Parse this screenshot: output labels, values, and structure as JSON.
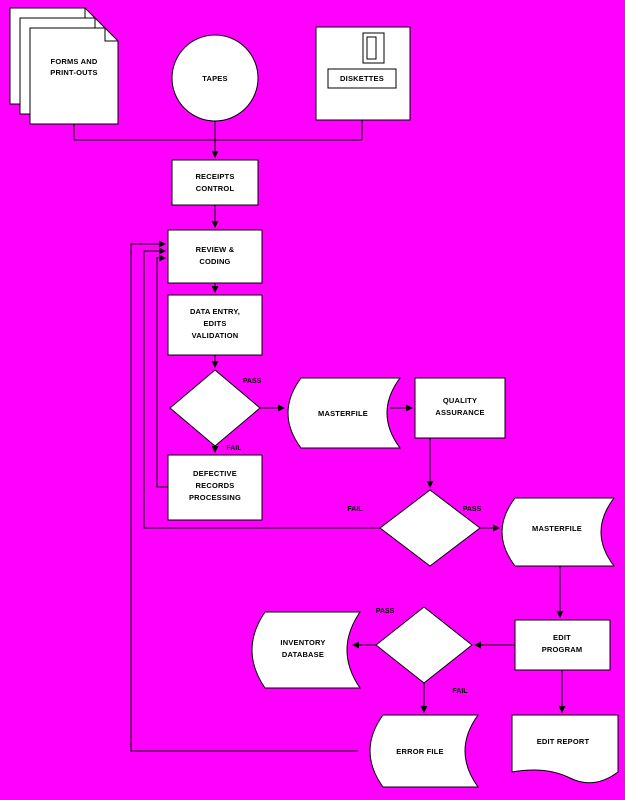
{
  "colors": {
    "background": "#ff00ff",
    "shape_fill": "#ffffff",
    "line": "#000000"
  },
  "nodes": {
    "forms": {
      "lines": [
        "FORMS AND",
        "PRINT-OUTS"
      ]
    },
    "tapes": {
      "label": "TAPES"
    },
    "diskettes": {
      "label": "DISKETTES"
    },
    "receipts_control": {
      "lines": [
        "RECEIPTS",
        "CONTROL"
      ]
    },
    "review_coding": {
      "lines": [
        "REVIEW &",
        "CODING"
      ]
    },
    "data_entry": {
      "lines": [
        "DATA ENTRY,",
        "EDITS",
        "VALIDATION"
      ]
    },
    "masterfile_1": {
      "label": "MASTERFILE"
    },
    "quality_assurance": {
      "lines": [
        "QUALITY",
        "ASSURANCE"
      ]
    },
    "defective_records": {
      "lines": [
        "DEFECTIVE",
        "RECORDS",
        "PROCESSING"
      ]
    },
    "masterfile_2": {
      "label": "MASTERFILE"
    },
    "edit_program": {
      "lines": [
        "EDIT",
        "PROGRAM"
      ]
    },
    "inventory_database": {
      "lines": [
        "INVENTORY",
        "DATABASE"
      ]
    },
    "error_file": {
      "label": "ERROR FILE"
    },
    "edit_report": {
      "label": "EDIT REPORT"
    }
  },
  "branch_labels": {
    "decision1_pass": "PASS",
    "decision1_fail": "FAIL",
    "decision2_fail": "FAIL",
    "decision2_pass": "PASS",
    "decision3_pass": "PASS",
    "decision3_fail": "FAIL"
  }
}
